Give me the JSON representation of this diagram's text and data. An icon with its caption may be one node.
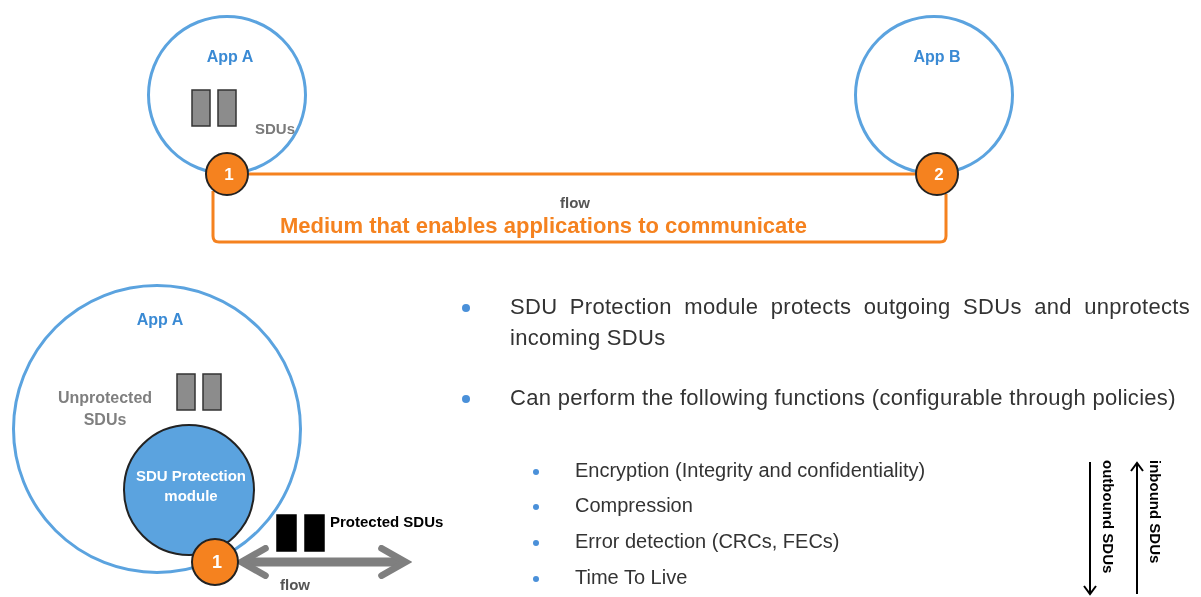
{
  "diagram": {
    "nodes": [
      {
        "text": [
          "App A",
          "SDUs"
        ]
      },
      {
        "text": [
          "App B"
        ]
      },
      {
        "text": [
          "1"
        ]
      },
      {
        "text": [
          "2"
        ]
      },
      {
        "text": [
          "App A",
          "Unprotected SDUs"
        ]
      },
      {
        "text": [
          "SDU Protection module"
        ],
        "in": 4
      },
      {
        "text": [
          "1"
        ]
      }
    ],
    "edges": [
      {
        "from": 2,
        "to": 3,
        "arrow": "none"
      },
      {
        "from": 2,
        "to": 3,
        "arrow": "none"
      },
      {
        "from": 6,
        "to": null,
        "arrow": "both",
        "style": "thick",
        "color": "#7f7f7f"
      }
    ],
    "labels": [
      "flow",
      "Medium that enables applications to communicate",
      "SDU Protection module protects outgoing SDUs and unprotects incoming SDUs",
      "Can perform the following functions (configurable through policies)",
      "Encryption (Integrity and confidentiality)",
      "Compression",
      "Error detection (CRCs, FECs)",
      "Time To Live",
      "Protected SDUs",
      "flow",
      "outbound SDUs",
      "inbound SDUs"
    ]
  }
}
